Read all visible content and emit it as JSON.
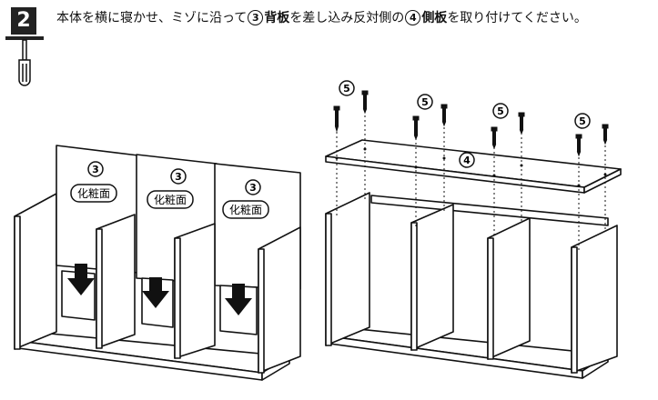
{
  "step": {
    "number": "2"
  },
  "instruction": {
    "part1": "本体を横に寝かせ、ミゾに沿って",
    "back_panel_num": "3",
    "back_panel_name": "背板",
    "part2": "を差し込み反対側の",
    "side_panel_num": "4",
    "side_panel_name": "側板",
    "part3": "を取り付けてください。"
  },
  "left_figure": {
    "panel_number": "3",
    "panel_label": "化粧面"
  },
  "right_figure": {
    "board_number": "4",
    "screw_number": "5"
  },
  "icons": [
    "screwdriver-icon",
    "down-arrow-icon",
    "screw-icon"
  ]
}
